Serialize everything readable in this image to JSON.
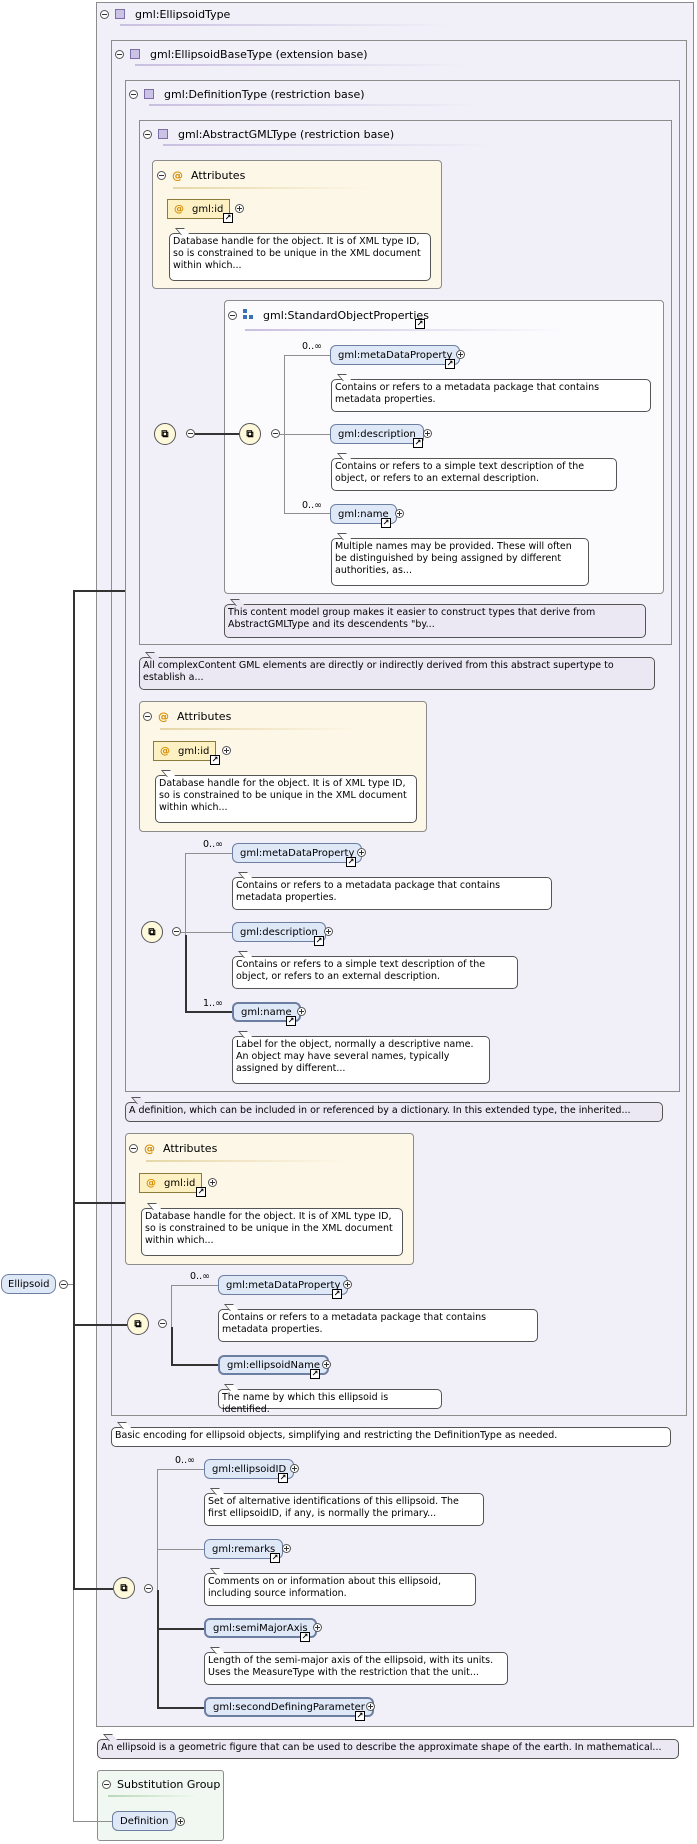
{
  "root": {
    "label": "Ellipsoid"
  },
  "ellipsoid_type": {
    "title": "gml:EllipsoidType",
    "doc": "An ellipsoid is a geometric figure that can be used to describe the approximate shape of the earth. In mathematical..."
  },
  "ellipsoid_base": {
    "title": "gml:EllipsoidBaseType (extension base)",
    "doc": "Basic encoding for ellipsoid objects, simplifying and restricting the DefinitionType as needed."
  },
  "definition_type": {
    "title": "gml:DefinitionType (restriction base)",
    "doc": "A definition, which can be included in or referenced by a dictionary. In this extended type, the inherited..."
  },
  "abstract_gml": {
    "title": "gml:AbstractGMLType (restriction base)",
    "doc": "All complexContent GML elements are directly or indirectly derived from this abstract supertype to establish a..."
  },
  "attributes_label": "Attributes",
  "id_attr": {
    "name": "gml:id",
    "doc": "Database handle for the object. It is of XML type ID, so is constrained to be unique in the XML document within which..."
  },
  "standard_props": {
    "title": "gml:StandardObjectProperties",
    "doc": "This content model group makes it easier to construct types that derive from AbstractGMLType and its descendents \"by...",
    "metadata": {
      "name": "gml:metaDataProperty",
      "card": "0..∞",
      "doc": "Contains or refers to a metadata package that contains metadata properties."
    },
    "description": {
      "name": "gml:description",
      "doc": "Contains or refers to a simple text description of the object, or refers to an external description."
    },
    "name": {
      "name": "gml:name",
      "card": "0..∞",
      "doc": "Multiple names may be provided. These will often be distinguished by being assigned by different authorities, as..."
    }
  },
  "def_seq": {
    "metadata": {
      "name": "gml:metaDataProperty",
      "card": "0..∞",
      "doc": "Contains or refers to a metadata package that contains metadata properties."
    },
    "description": {
      "name": "gml:description",
      "doc": "Contains or refers to a simple text description of the object, or refers to an external description."
    },
    "name": {
      "name": "gml:name",
      "card": "1..∞",
      "doc": "Label for the object, normally a descriptive name. An object may have several names, typically assigned by different..."
    }
  },
  "base_seq": {
    "metadata": {
      "name": "gml:metaDataProperty",
      "card": "0..∞",
      "doc": "Contains or refers to a metadata package that contains metadata properties."
    },
    "ellipsoid_name": {
      "name": "gml:ellipsoidName",
      "doc": "The name by which this ellipsoid is identified."
    }
  },
  "type_seq": {
    "ellipsoid_id": {
      "name": "gml:ellipsoidID",
      "card": "0..∞",
      "doc": "Set of alternative identifications of this ellipsoid. The first ellipsoidID, if any, is normally the primary..."
    },
    "remarks": {
      "name": "gml:remarks",
      "doc": "Comments on or information about this ellipsoid, including source information."
    },
    "semi_major": {
      "name": "gml:semiMajorAxis",
      "doc": "Length of the semi-major axis of the ellipsoid, with its units. Uses the MeasureType with the restriction that the unit..."
    },
    "second_param": {
      "name": "gml:secondDefiningParameter"
    }
  },
  "substitution": {
    "title": "Substitution Group",
    "member": "Definition"
  }
}
